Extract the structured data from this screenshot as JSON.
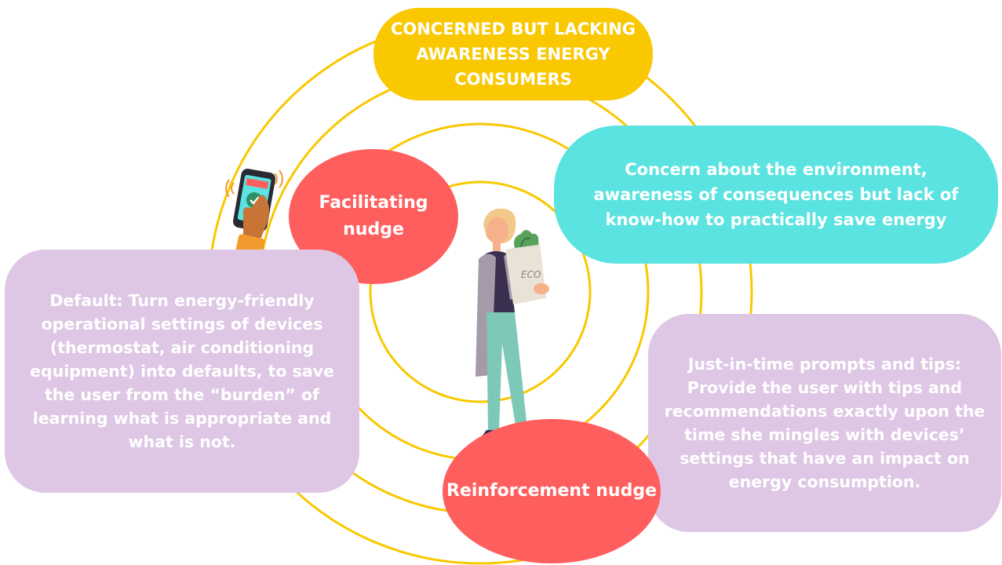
{
  "colors": {
    "ring": "#f9c800",
    "title_pill": "#f9c800",
    "concern_box": "#5ae3e1",
    "nudge": "#fe5f5e",
    "purple_box": "#dec7e5"
  },
  "title": "CONCERNED BUT LACKING AWARENESS ENERGY CONSUMERS",
  "concern": "Concern about the environment, awareness of consequences but lack of know-how to practically save energy",
  "facilitating_nudge": "Facilitating nudge",
  "reinforcement_nudge": "Reinforcement nudge",
  "default_text": "Default: Turn energy-friendly operational settings of devices (thermostat, air conditioning equipment) into defaults, to save the user from the “burden” of learning what is appropriate and what is not.",
  "jit_text": "Just-in-time prompts and tips: Provide the user with tips and recommendations exactly upon the time she mingles with devices’ settings that have an impact on energy consumption.",
  "bag_label": "ECO",
  "icons": [
    "smartphone-hand-icon",
    "woman-with-eco-bag-illustration"
  ]
}
